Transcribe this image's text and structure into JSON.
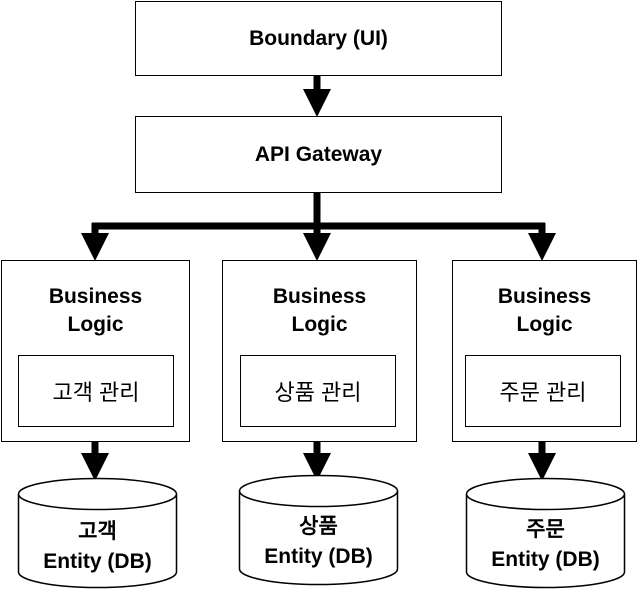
{
  "boundary": {
    "label": "Boundary (UI)"
  },
  "gateway": {
    "label": "API Gateway"
  },
  "services": [
    {
      "title_line1": "Business",
      "title_line2": "Logic",
      "module_label": "고객 관리",
      "db_line1": "고객",
      "db_line2": "Entity (DB)"
    },
    {
      "title_line1": "Business",
      "title_line2": "Logic",
      "module_label": "상품 관리",
      "db_line1": "상품",
      "db_line2": "Entity (DB)"
    },
    {
      "title_line1": "Business",
      "title_line2": "Logic",
      "module_label": "주문 관리",
      "db_line1": "주문",
      "db_line2": "Entity (DB)"
    }
  ],
  "colors": {
    "stroke": "#000000",
    "fill": "#ffffff"
  }
}
